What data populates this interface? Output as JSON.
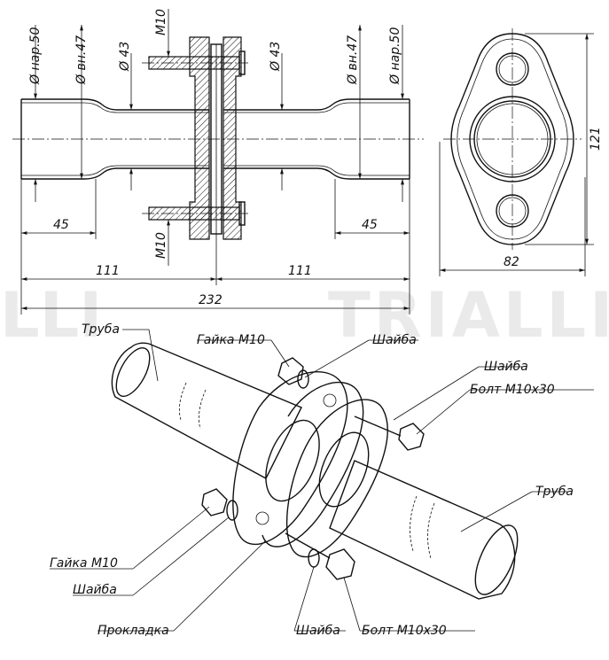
{
  "drawing": {
    "dimensions": {
      "outer_dia_left": "Ø нар.50",
      "inner_dia_left": "Ø вн.47",
      "dia_43_left": "Ø 43",
      "bolt_top": "M10",
      "dia_43_right": "Ø 43",
      "inner_dia_right": "Ø вн.47",
      "outer_dia_right": "Ø нар.50",
      "len_45_left": "45",
      "len_45_right": "45",
      "bolt_bottom": "M10",
      "len_111_left": "111",
      "len_111_right": "111",
      "total_length": "232",
      "flange_height": "121",
      "flange_width": "82"
    },
    "callouts": {
      "pipe_left": "Труба",
      "nut_top": "Гайка М10",
      "washer_top": "Шайба",
      "washer_right": "Шайба",
      "bolt_right": "Болт М10х30",
      "pipe_right": "Труба",
      "nut_left": "Гайка М10",
      "washer_left": "Шайба",
      "gasket": "Прокладка",
      "washer_bottom": "Шайба",
      "bolt_bottom": "Болт М10х30"
    }
  }
}
